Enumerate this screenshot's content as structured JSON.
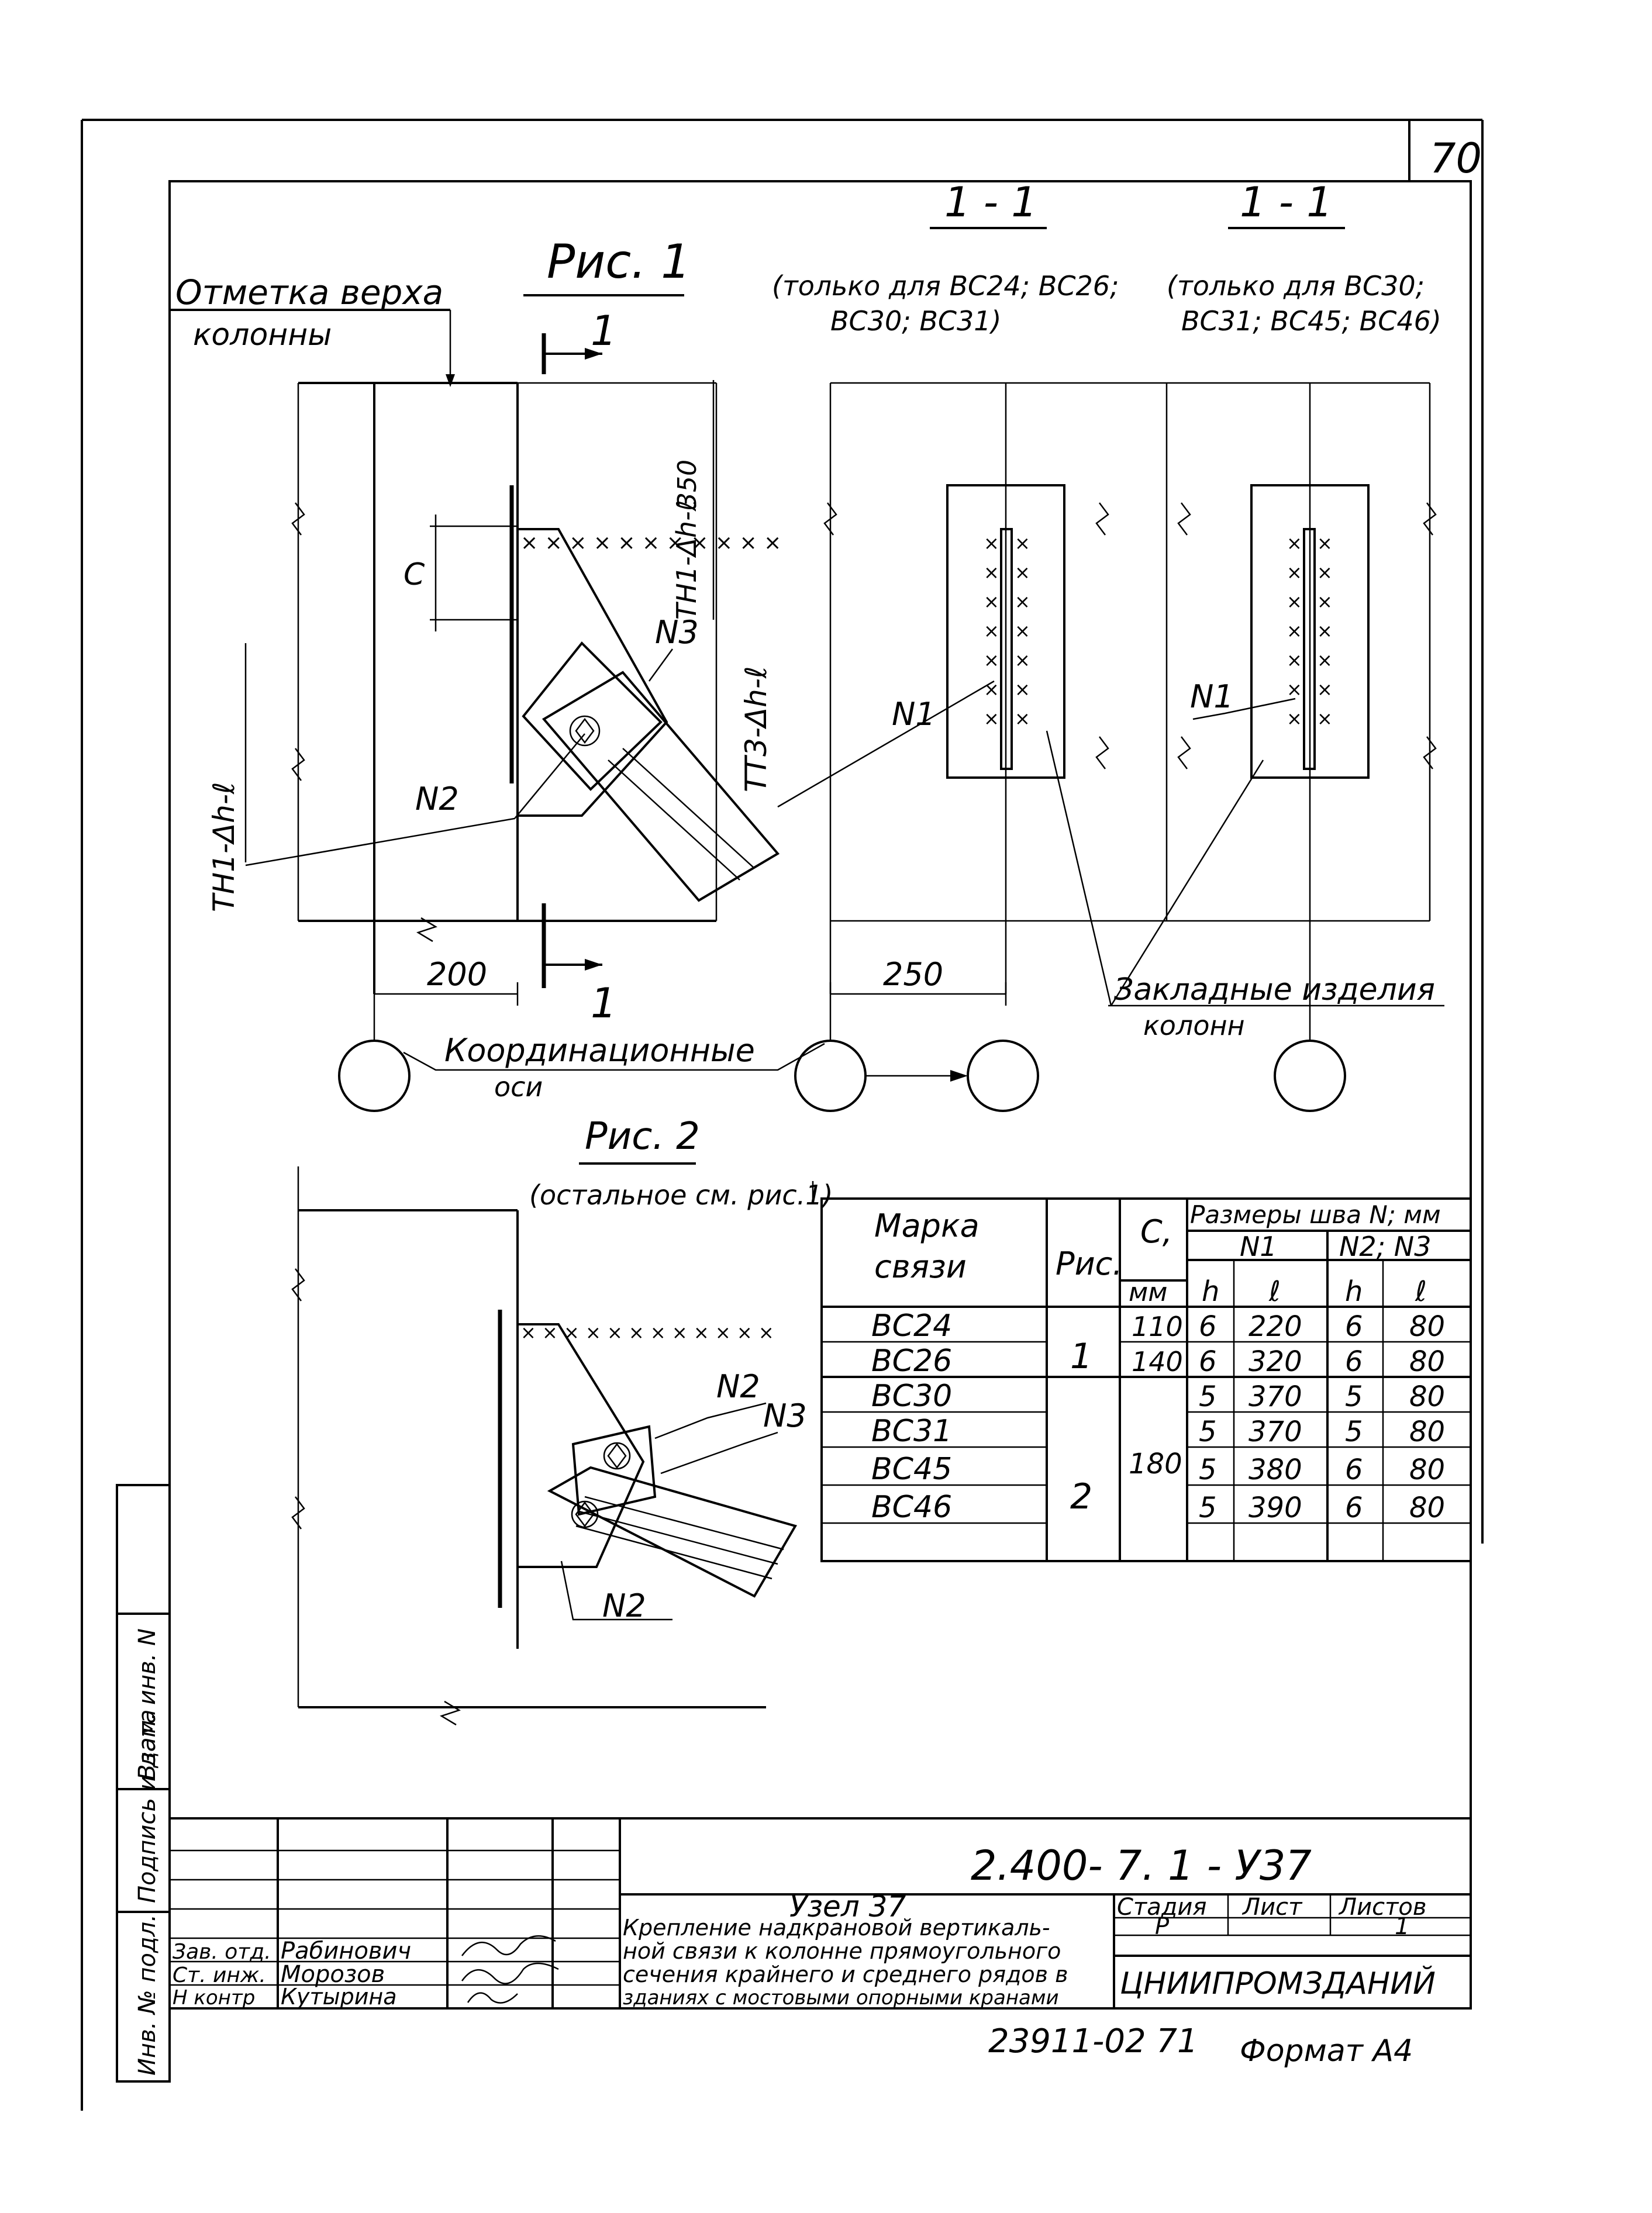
{
  "sheet_number": "70",
  "fig1": {
    "title": "Рис. 1",
    "section_mark": "1",
    "top_label_line1": "Отметка верха",
    "top_label_line2": "колонны",
    "dim_c": "C",
    "dim_350": "350",
    "weld_left": "ТН1-Δh-ℓ",
    "weld_n3": "ТН1-Δh-ℓ",
    "weld_t3": "ТТ3-Δh-ℓ",
    "n2": "N2",
    "n3": "N3",
    "dim_200": "200"
  },
  "sec1": {
    "title": "1 - 1",
    "note_line1": "(только для ВС24; ВС26;",
    "note_line2": "ВС30; ВС31)",
    "n1": "N1",
    "dim_250": "250"
  },
  "sec2": {
    "title": "1 - 1",
    "note_line1": "(только для ВС30;",
    "note_line2": "ВС31; ВС45; ВС46)",
    "n1": "N1"
  },
  "labels": {
    "embedded_line1": "Закладные изделия",
    "embedded_line2": "колонн",
    "axes_line1": "Координационные",
    "axes_line2": "оси"
  },
  "fig2": {
    "title": "Рис. 2",
    "subtitle": "(остальное см. рис.1)",
    "n2_top": "N2",
    "n3": "N3",
    "n2_bottom": "N2"
  },
  "table": {
    "h_mark_1": "Марка",
    "h_mark_2": "связи",
    "h_fig": "Рис.",
    "h_c_1": "С,",
    "h_c_2": "мм",
    "h_sizes": "Размеры шва N; мм",
    "h_n1": "N1",
    "h_n2n3": "N2; N3",
    "h_h1": "h",
    "h_l1": "ℓ",
    "h_h2": "h",
    "h_l2": "ℓ",
    "rows": [
      {
        "mark": "ВС24",
        "h1": "6",
        "l1": "220",
        "h2": "6",
        "l2": "80"
      },
      {
        "mark": "ВС26",
        "h1": "6",
        "l1": "320",
        "h2": "6",
        "l2": "80"
      },
      {
        "mark": "ВС30",
        "h1": "5",
        "l1": "370",
        "h2": "5",
        "l2": "80"
      },
      {
        "mark": "ВС31",
        "h1": "5",
        "l1": "370",
        "h2": "5",
        "l2": "80"
      },
      {
        "mark": "ВС45",
        "h1": "5",
        "l1": "380",
        "h2": "6",
        "l2": "80"
      },
      {
        "mark": "ВС46",
        "h1": "5",
        "l1": "390",
        "h2": "6",
        "l2": "80"
      }
    ],
    "fig_group1": "1",
    "fig_group2": "2",
    "c_bc24": "110",
    "c_bc26": "140",
    "c_group2": "180"
  },
  "side_stamp": {
    "inv_orig": "Инв. № подл.",
    "sign_date": "Подпись и дата",
    "replace_inv": "Взам. инв. N"
  },
  "title_block": {
    "doc_code": "2.400- 7. 1 - У37",
    "node_title": "Узел 37",
    "desc_1": "Крепление надкрановой вертикаль-",
    "desc_2": "ной связи к колонне прямоугольного",
    "desc_3": "сечения крайнего и среднего рядов в",
    "desc_4": "зданиях с мостовыми опорными кранами",
    "col_stage": "Стадия",
    "col_sheet": "Лист",
    "col_sheets": "Листов",
    "stage": "Р",
    "sheets": "1",
    "org": "ЦНИИПРОМЗДАНИЙ",
    "role1": "Зав. отд.",
    "name1": "Рабинович",
    "role2": "Ст. инж.",
    "name2": "Морозов",
    "role3": "Н контр",
    "name3": "Кутырина"
  },
  "footer_num": "23911-02  71",
  "format": "Формат А4"
}
